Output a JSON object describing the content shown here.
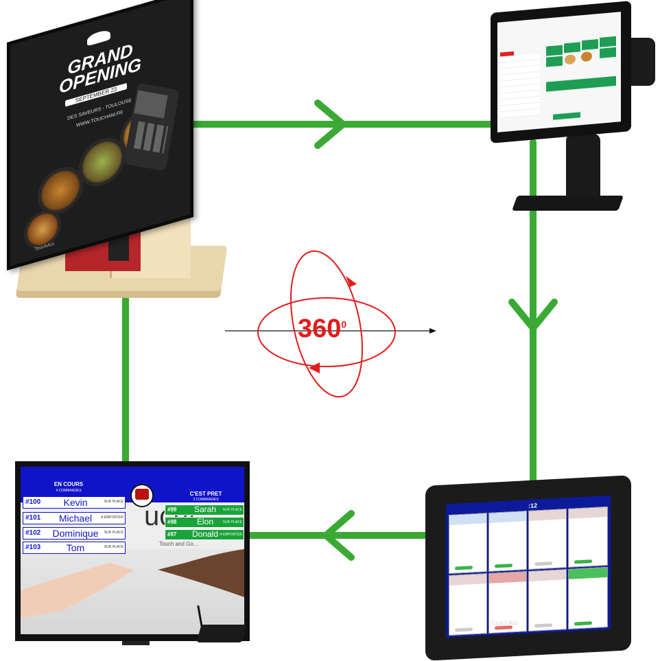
{
  "center": {
    "label": "360",
    "superscript": "0"
  },
  "kiosk": {
    "title_line1": "GRAND",
    "title_line2": "OPENING",
    "date": "SEPTEMBER 23",
    "address": "DES SAVEURS - TOULOUSE",
    "website": "WWW.TOUCHAM.FR",
    "brand": "TouchAm"
  },
  "tv": {
    "left_header": "EN COURS",
    "left_sub": "4 COMMANDES",
    "right_header": "C'EST PRET",
    "right_sub": "3 COMMANDES",
    "watermark": "uch/",
    "tagline": "Touch and Go...",
    "in_progress": [
      {
        "num": "#100",
        "name": "Kevin",
        "place": "SUR PLACE"
      },
      {
        "num": "#101",
        "name": "Michael",
        "place": "A EMPORTER"
      },
      {
        "num": "#102",
        "name": "Dominique",
        "place": "SUR PLACE"
      },
      {
        "num": "#103",
        "name": "Tom",
        "place": "SUR PLACE"
      }
    ],
    "ready": [
      {
        "num": "#99",
        "name": "Sarah",
        "place": "SUR PLACE"
      },
      {
        "num": "#98",
        "name": "Elon",
        "place": "SUR PLACE"
      },
      {
        "num": "#97",
        "name": "Donald",
        "place": "A EMPORTER"
      }
    ]
  },
  "kds": {
    "brand": "TouchAm",
    "clock": ":12"
  },
  "colors": {
    "arrow_green": "#3aaa35",
    "rotate_red": "#e31b1b",
    "tv_blue": "#1014c8",
    "tv_green": "#1aa33b"
  }
}
